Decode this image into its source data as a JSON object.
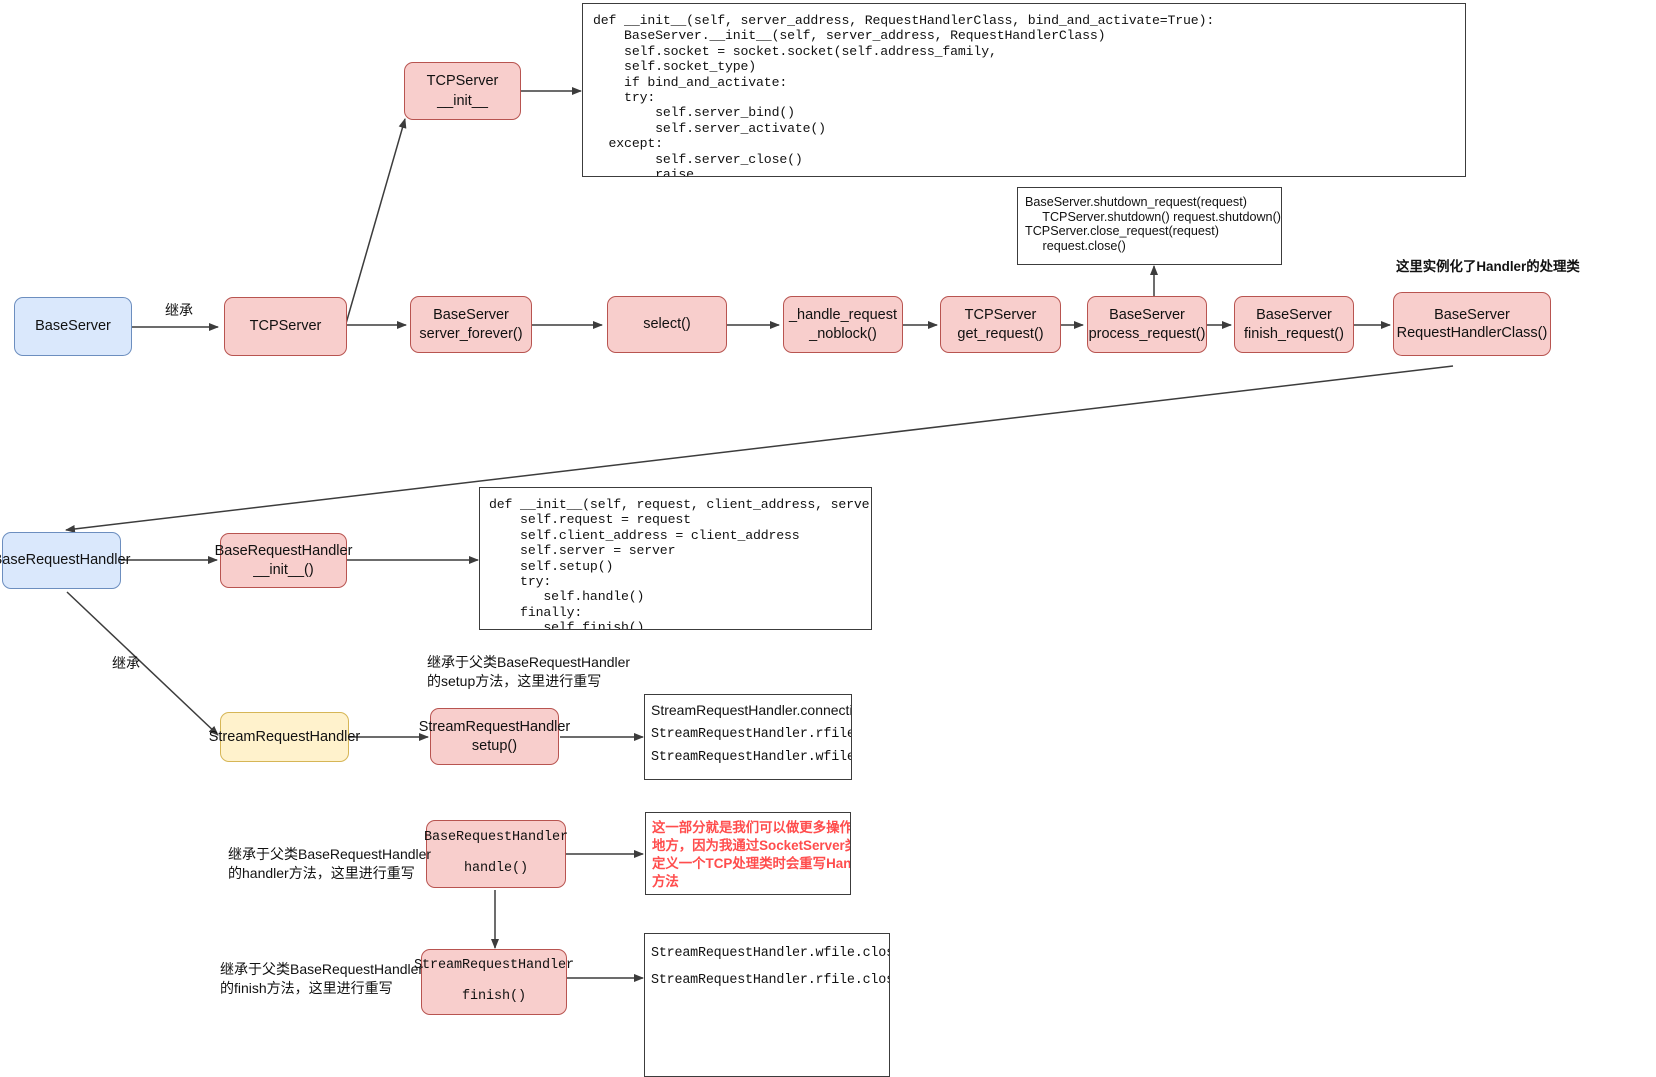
{
  "diagram": {
    "title": "Python SocketServer BaseServer / BaseRequestHandler flow",
    "colors": {
      "pink_fill": "#f8cecc",
      "pink_stroke": "#b85450",
      "blue_fill": "#dae8fc",
      "blue_stroke": "#6c8ebf",
      "yellow_fill": "#fff2cc",
      "yellow_stroke": "#d6b656",
      "edge": "#3c3c3c",
      "annotation_red": "#ff4d4d"
    }
  },
  "nodes": {
    "tcpserver_init": {
      "line1": "TCPServer",
      "line2": "__init__"
    },
    "baseserver": {
      "line1": "BaseServer"
    },
    "tcpserver": {
      "line1": "TCPServer"
    },
    "server_forever": {
      "line1": "BaseServer",
      "line2": "server_forever()"
    },
    "select": {
      "line1": "select()"
    },
    "handle_request_noblock": {
      "line1": "_handle_request",
      "line2": "_noblock()"
    },
    "get_request": {
      "line1": "TCPServer",
      "line2": "get_request()"
    },
    "process_request": {
      "line1": "BaseServer",
      "line2": "process_request()"
    },
    "finish_request": {
      "line1": "BaseServer",
      "line2": "finish_request()"
    },
    "request_handler_class": {
      "line1": "BaseServer",
      "line2": "RequestHandlerClass()"
    },
    "baserequesthandler": {
      "line1": "BaseRequestHandler"
    },
    "baserequesthandler_init": {
      "line1": "BaseRequestHandler",
      "line2": "__init__()"
    },
    "streamrequesthandler": {
      "line1": "StreamRequestHandler"
    },
    "streamrequesthandler_setup": {
      "line1": "StreamRequestHandler",
      "line2": "setup()"
    },
    "baserequesthandler_handle": {
      "line1": "BaseRequestHandler",
      "line2": "handle()"
    },
    "streamrequesthandler_finish": {
      "line1": "StreamRequestHandler",
      "line2": "finish()"
    }
  },
  "code_blocks": {
    "tcpserver_init_code": "def __init__(self, server_address, RequestHandlerClass, bind_and_activate=True):\n    BaseServer.__init__(self, server_address, RequestHandlerClass)\n    self.socket = socket.socket(self.address_family,\n    self.socket_type)\n    if bind_and_activate:\n    try:\n        self.server_bind()\n        self.server_activate()\n  except:\n        self.server_close()\n        raise",
    "baserequesthandler_init_code": "def __init__(self, request, client_address, server):\n    self.request = request\n    self.client_address = client_address\n    self.server = server\n    self.setup()\n    try:\n       self.handle()\n    finally:\n       self.finish()"
  },
  "text_boxes": {
    "shutdown_box": "BaseServer.shutdown_request(request)\n     TCPServer.shutdown() request.shutdown()\nTCPServer.close_request(request)\n     request.close()",
    "setup_outputs": [
      {
        "text": "StreamRequestHandler.connection",
        "style": "sans"
      },
      {
        "text": "StreamRequestHandler.rfile",
        "style": "mono"
      },
      {
        "text": "StreamRequestHandler.wfile",
        "style": "mono"
      }
    ],
    "finish_outputs": [
      {
        "text": "StreamRequestHandler.wfile.close()",
        "style": "mono"
      },
      {
        "text": "StreamRequestHandler.rfile.close()",
        "style": "mono"
      }
    ],
    "handle_note": [
      "这一部分就是我们可以做更多操作的",
      "地方，因为我通过SocketServer类",
      "定义一个TCP处理类时会重写Handler",
      "方法"
    ]
  },
  "labels": {
    "inherit_1": "继承",
    "inherit_2": "继承",
    "handler_instantiated": "这里实例化了Handler的处理类",
    "setup_note": "继承于父类BaseRequestHandler\n的setup方法，这里进行重写",
    "handle_note": "继承于父类BaseRequestHandler\n的handler方法，这里进行重写",
    "finish_note": "继承于父类BaseRequestHandler\n的finish方法，这里进行重写"
  }
}
